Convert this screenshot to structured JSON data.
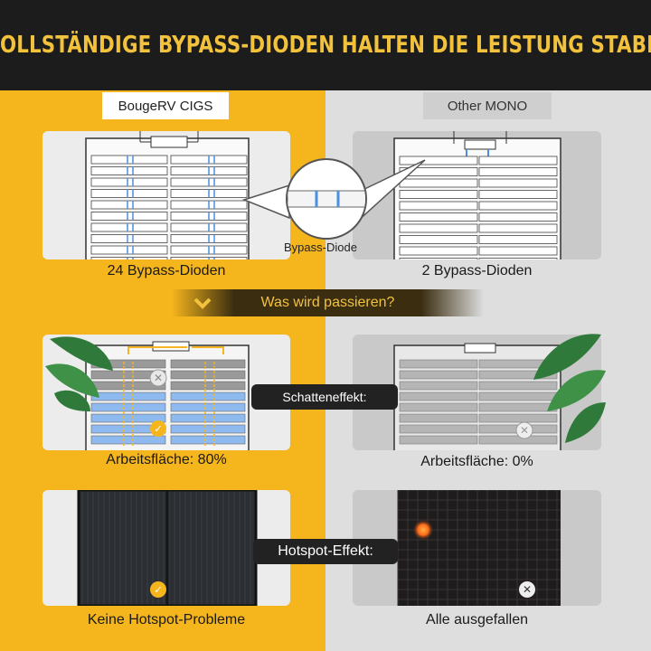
{
  "header": {
    "title": "VOLLSTÄNDIGE BYPASS-DIODEN HALTEN DIE LEISTUNG STABIL"
  },
  "columns": {
    "left": {
      "label": "BougeRV CIGS"
    },
    "right": {
      "label": "Other MONO"
    }
  },
  "row1": {
    "left_caption": "24 Bypass-Dioden",
    "right_caption": "2 Bypass-Dioden",
    "callout_label": "Bypass-Diode"
  },
  "banner": {
    "text": "Was wird passieren?"
  },
  "row2": {
    "effect_label": "Schatteneffekt:",
    "left_caption": "Arbeitsfläche: 80%",
    "right_caption": "Arbeitsfläche: 0%"
  },
  "row3": {
    "effect_label": "Hotspot-Effekt:",
    "left_caption": "Keine Hotspot-Probleme",
    "right_caption": "Alle ausgefallen"
  },
  "colors": {
    "accent_yellow": "#f5b51c",
    "header_bg": "#1c1c1c",
    "title_color": "#f3c23d",
    "diode_blue": "#4a8fe0",
    "hotspot_orange": "#ff6a1a"
  },
  "icons": [
    "check-icon",
    "close-icon",
    "chevron-down-icon",
    "leaf-icon"
  ]
}
